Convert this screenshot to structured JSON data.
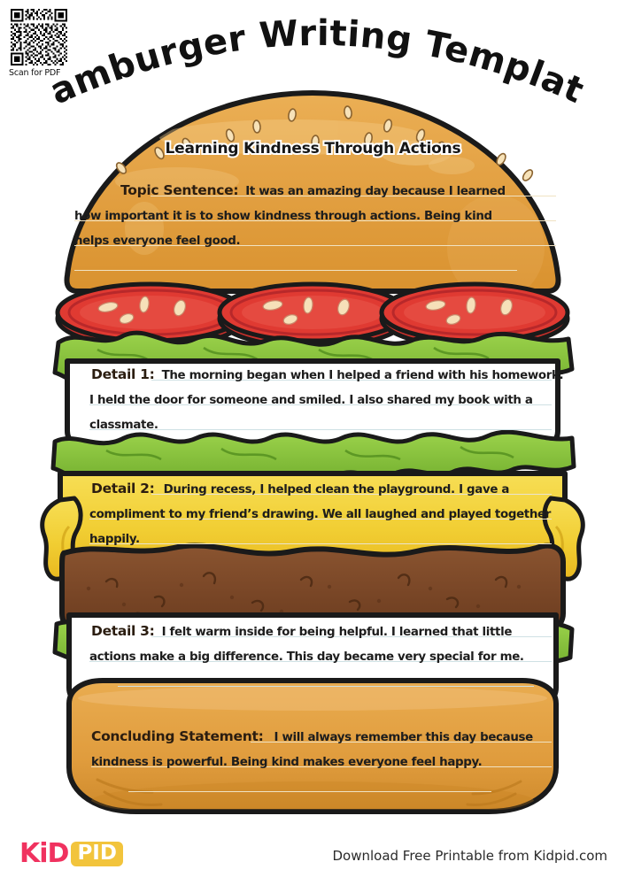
{
  "page": {
    "title": "Hamburger Writing Template",
    "background_color": "#ffffff"
  },
  "qr": {
    "caption": "Scan for PDF",
    "icon": "qr-code-icon"
  },
  "worksheet": {
    "banner_title": "Learning Kindness Through Actions",
    "sections": [
      {
        "id": "topic-sentence",
        "label": "Topic Sentence:",
        "layer": "top-bun",
        "layer_color": "#E2A043",
        "lines": [
          "It was an amazing day because I learned",
          "how important it is to show kindness through actions. Being kind",
          "helps everyone feel good.",
          ""
        ]
      },
      {
        "id": "detail-1",
        "label": "Detail 1:",
        "layer": "lettuce-card",
        "layer_color": "#ffffff",
        "lines": [
          "The morning began when I helped a friend with his homework.",
          "I held the door for someone and smiled. I also shared my book with a",
          "classmate."
        ]
      },
      {
        "id": "detail-2",
        "label": "Detail 2:",
        "layer": "cheese",
        "layer_color": "#F2D036",
        "lines": [
          "During recess, I helped clean the playground. I gave a",
          "compliment to my friend’s drawing. We all laughed and played together",
          "happily."
        ]
      },
      {
        "id": "detail-3",
        "label": "Detail 3:",
        "layer": "white-card",
        "layer_color": "#ffffff",
        "lines": [
          "I felt warm inside for being helpful. I learned that little",
          "actions make a big difference. This day became very special for me.",
          ""
        ]
      },
      {
        "id": "concluding-statement",
        "label": "Concluding Statement:",
        "layer": "bottom-bun",
        "layer_color": "#E2A043",
        "lines": [
          "I will always remember this day because",
          "kindness is powerful. Being kind makes everyone feel happy.",
          ""
        ]
      }
    ]
  },
  "burger_layers": [
    {
      "name": "top-bun",
      "color": "#E2A043",
      "accent": "#EFC179"
    },
    {
      "name": "sesame-seed",
      "color": "#F6DCA9"
    },
    {
      "name": "tomato",
      "color": "#E03A32",
      "accent": "#C42B26"
    },
    {
      "name": "lettuce",
      "color": "#8CC63E",
      "accent": "#6BA52C"
    },
    {
      "name": "cheese",
      "color": "#F2D036",
      "accent": "#E8B923"
    },
    {
      "name": "patty",
      "color": "#7C4A2A",
      "accent": "#5E3418"
    },
    {
      "name": "bottom-bun",
      "color": "#E2A043",
      "accent": "#C9832C"
    }
  ],
  "footer": {
    "logo_primary": "KiD",
    "logo_secondary": "PID",
    "logo_primary_color": "#F0325F",
    "logo_secondary_bg": "#F2C43C",
    "note": "Download Free Printable from Kidpid.com"
  }
}
